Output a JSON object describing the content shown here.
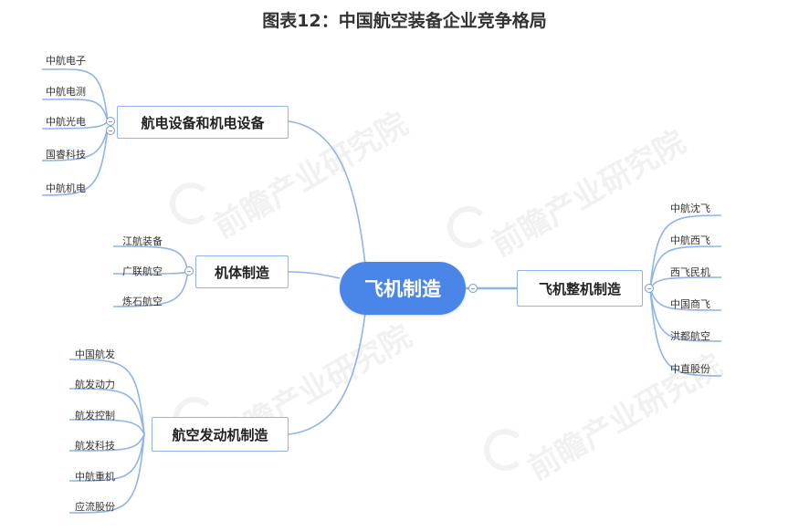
{
  "title": "图表12：中国航空装备企业竞争格局",
  "center": {
    "label": "飞机制造"
  },
  "branches": {
    "avionics": {
      "label": "航电设备和机电设备",
      "leaves": [
        "中航电子",
        "中航电测",
        "中航光电",
        "国睿科技",
        "中航机电"
      ]
    },
    "airframe": {
      "label": "机体制造",
      "leaves": [
        "江航装备",
        "广联航空",
        "炼石航空"
      ]
    },
    "engine": {
      "label": "航空发动机制造",
      "leaves": [
        "中国航发",
        "航发动力",
        "航发控制",
        "航发科技",
        "中航重机",
        "应流股份"
      ]
    },
    "wholecraft": {
      "label": "飞机整机制造",
      "leaves": [
        "中航沈飞",
        "中航西飞",
        "西飞民机",
        "中国商飞",
        "洪都航空",
        "中直股份"
      ]
    }
  },
  "colors": {
    "center": "#4a86e8",
    "link": "#8fb4e9",
    "border": "#8fb4e9"
  },
  "watermark": "前瞻产业研究院"
}
